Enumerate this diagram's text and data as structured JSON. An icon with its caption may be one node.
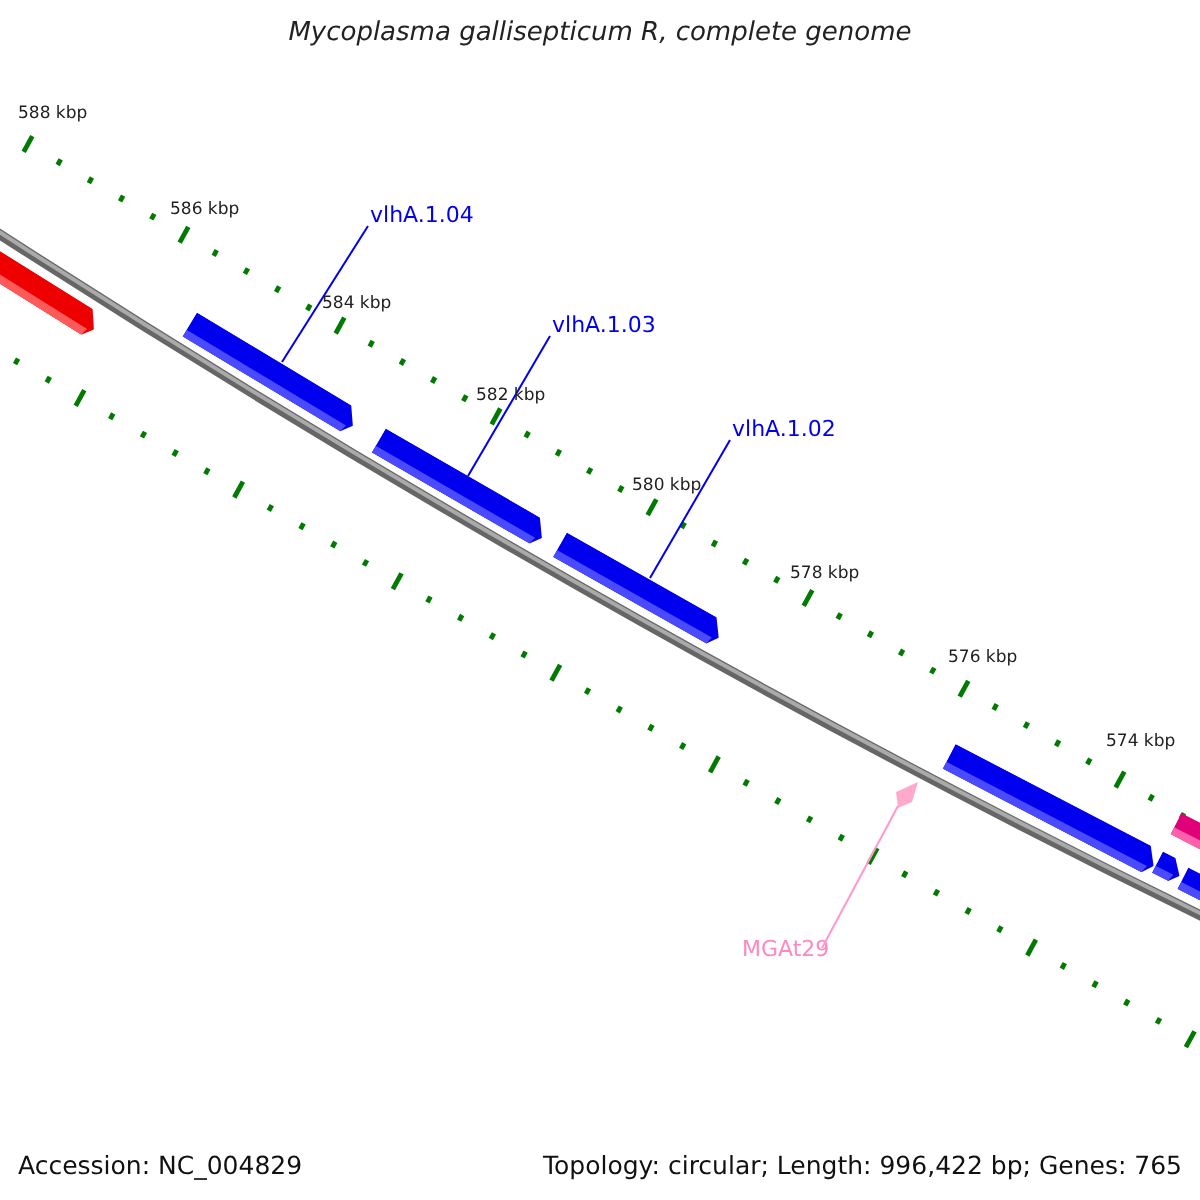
{
  "diagram": {
    "title": "Mycoplasma gallisepticum R, complete genome",
    "nodes": [
      {
        "text": [
          "vlhA.1.04"
        ]
      },
      {
        "text": [],
        "shape": "bar"
      },
      {
        "text": [
          "vlhA.1.03"
        ]
      },
      {
        "text": [],
        "shape": "bar"
      },
      {
        "text": [
          "vlhA.1.02"
        ]
      },
      {
        "text": [],
        "shape": "bar"
      },
      {
        "text": [],
        "shape": "triangle"
      },
      {
        "text": [
          "MGAt29"
        ]
      }
    ],
    "edges": [
      {
        "from": 0,
        "to": 1,
        "arrow": "none"
      },
      {
        "from": 2,
        "to": 3,
        "arrow": "none"
      },
      {
        "from": 4,
        "to": 5,
        "arrow": "none"
      },
      {
        "from": 7,
        "to": 6,
        "arrow": "none",
        "color": "#ff99cc"
      }
    ],
    "labels": [
      "588 kbp",
      "586 kbp",
      "584 kbp",
      "582 kbp",
      "580 kbp",
      "578 kbp",
      "576 kbp",
      "574 kbp",
      "Accession: NC_004829",
      "Topology: circular; Length: 996,422 bp; Genes: 765"
    ]
  }
}
